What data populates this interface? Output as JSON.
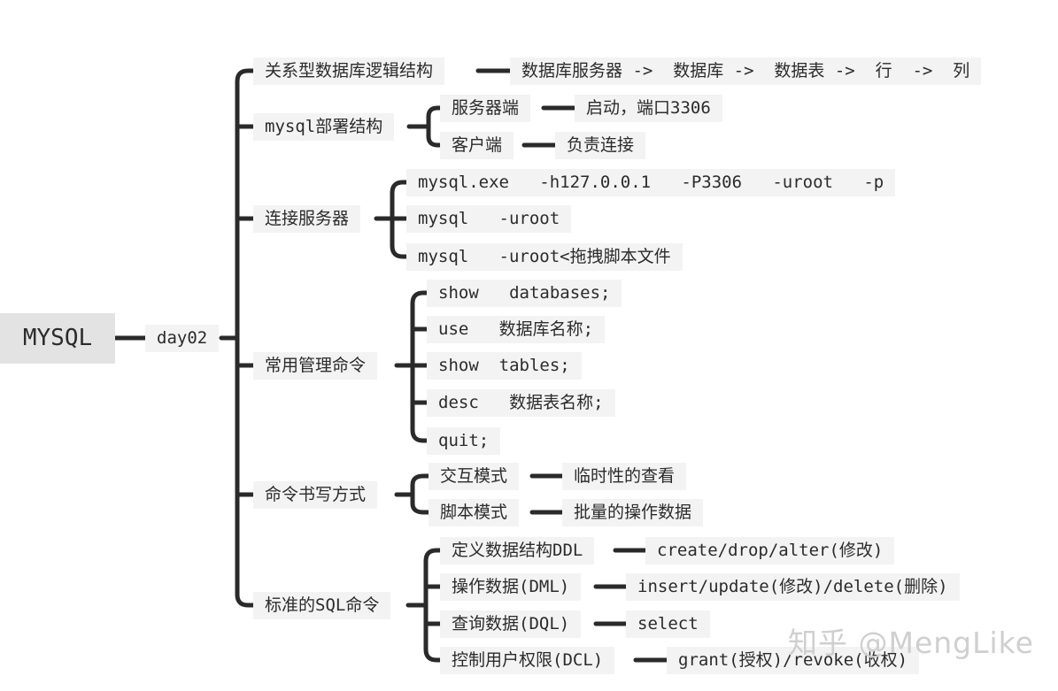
{
  "root": "MYSQL",
  "day": "day02",
  "branches": [
    {
      "label": "关系型数据库逻辑结构",
      "children": [
        {
          "label": "数据库服务器 ->  数据库 ->  数据表 ->  行  ->  列"
        }
      ]
    },
    {
      "label": "mysql部署结构",
      "children": [
        {
          "label": "服务器端",
          "detail": "启动，端口3306"
        },
        {
          "label": "客户端",
          "detail": "负责连接"
        }
      ]
    },
    {
      "label": "连接服务器",
      "children": [
        {
          "label": "mysql.exe   -h127.0.0.1   -P3306   -uroot   -p"
        },
        {
          "label": "mysql   -uroot"
        },
        {
          "label": "mysql   -uroot<拖拽脚本文件"
        }
      ]
    },
    {
      "label": "常用管理命令",
      "children": [
        {
          "label": "show   databases;"
        },
        {
          "label": "use   数据库名称;"
        },
        {
          "label": "show  tables;"
        },
        {
          "label": "desc   数据表名称;"
        },
        {
          "label": "quit;"
        }
      ]
    },
    {
      "label": "命令书写方式",
      "children": [
        {
          "label": "交互模式",
          "detail": "临时性的查看"
        },
        {
          "label": "脚本模式",
          "detail": "批量的操作数据"
        }
      ]
    },
    {
      "label": "标准的SQL命令",
      "children": [
        {
          "label": "定义数据结构DDL",
          "detail": "create/drop/alter(修改)"
        },
        {
          "label": "操作数据(DML)",
          "detail": "insert/update(修改)/delete(删除)"
        },
        {
          "label": "查询数据(DQL)",
          "detail": "select"
        },
        {
          "label": "控制用户权限(DCL)",
          "detail": "grant(授权)/revoke(收权)"
        }
      ]
    }
  ],
  "watermark": "知乎 @MengLike",
  "colors": {
    "line": "#2a2a2a",
    "node_bg": "#f3f3f3",
    "root_bg": "#e3e3e3",
    "text": "#2b2b2b"
  }
}
